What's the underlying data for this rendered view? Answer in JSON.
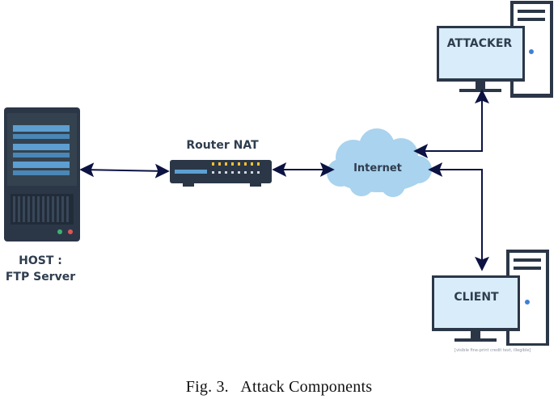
{
  "labels": {
    "host_line1": "HOST :",
    "host_line2": "FTP Server",
    "router": "Router NAT",
    "internet": "Internet",
    "attacker": "ATTACKER",
    "client": "CLIENT",
    "watermark": "[visible fine-print credit text, illegible]"
  },
  "caption": "Fig. 3.   Attack Components",
  "colors": {
    "server_dark": "#2b3747",
    "server_panel": "#3e4c5e",
    "server_bar": "#5d9fd1",
    "cloud": "#a9d3ee",
    "monitor_screen": "#d8ecf9",
    "monitor_frame": "#2b3747",
    "tower_body": "#ffffff",
    "arrow": "#0c1342"
  },
  "icons": [
    "server-icon",
    "router-icon",
    "cloud-icon",
    "monitor-icon",
    "pc-tower-icon"
  ]
}
